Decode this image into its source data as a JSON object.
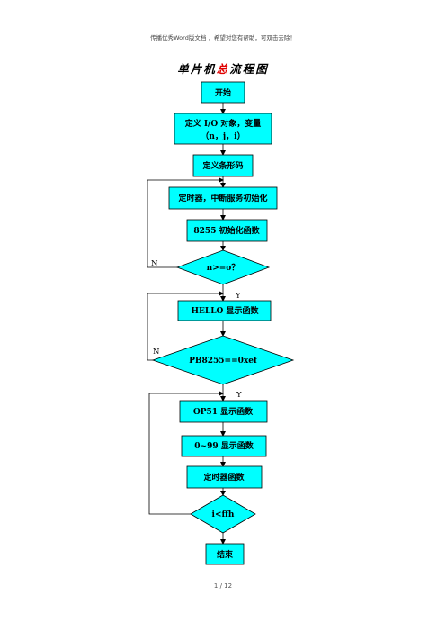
{
  "header_note": "传播优秀Word版文档 ，希望对您有帮助，可双击去除！",
  "title": {
    "before": "单片机",
    "highlight": "总",
    "after": "流程图"
  },
  "nodes": {
    "start": "开始",
    "define_io_1": "定义 I/O 对象，变量",
    "define_io_2": "（n，j，i）",
    "define_code": "定义条形码",
    "timer_init": "定时器，中断服务初始化",
    "init8255": "8255 初始化函数",
    "decision1": "n>=o？",
    "hello": "HELLO 显示函数",
    "decision2": "PB8255==0xef",
    "op51": "OP51 显示函数",
    "show099": "0~99 显示函数",
    "timer_func": "定时器函数",
    "decision3": "i<ffh",
    "end": "结束"
  },
  "labels": {
    "n1": "N",
    "y1": "Y",
    "n2": "N",
    "y2": "Y"
  },
  "colors": {
    "fill": "#00ffff",
    "stroke": "#000000",
    "title_highlight": "#e00000"
  },
  "footer": "1 / 12"
}
